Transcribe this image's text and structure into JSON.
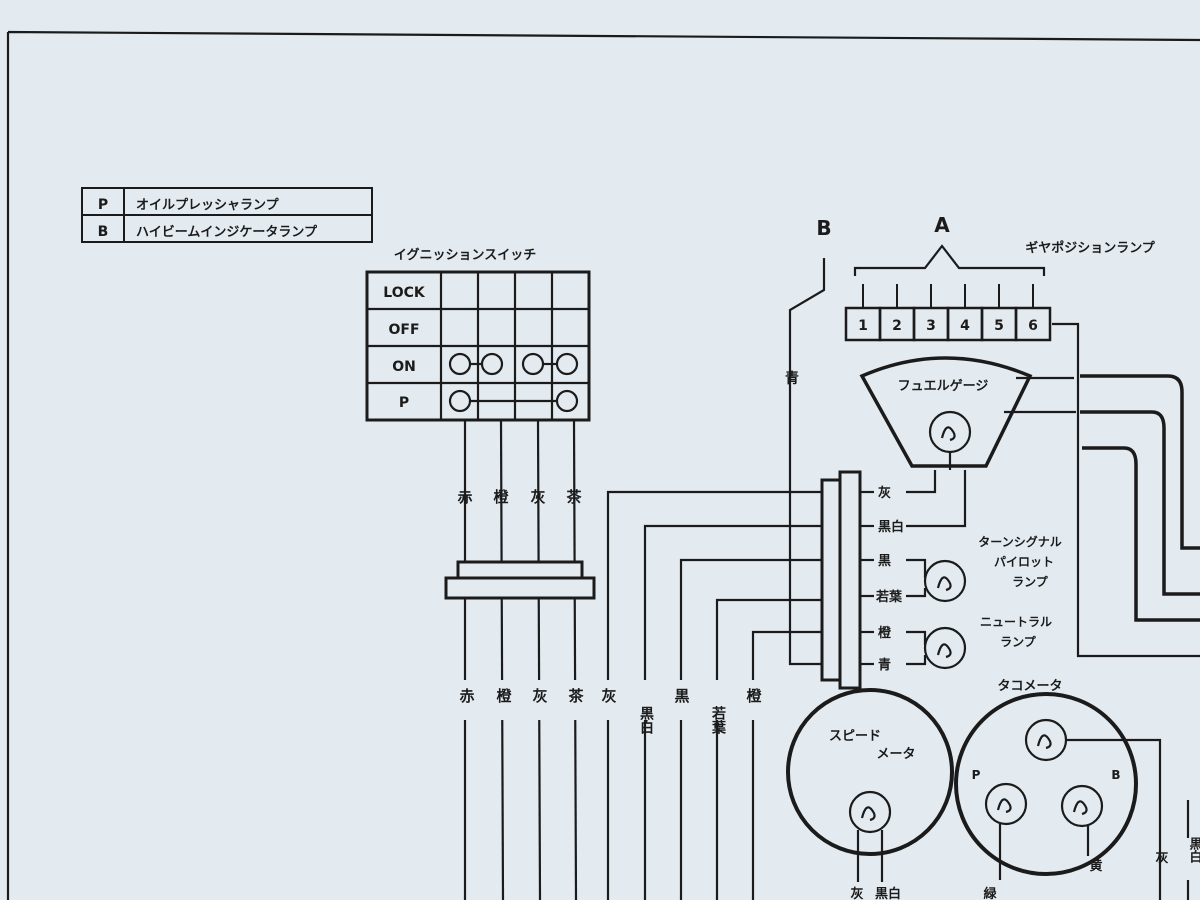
{
  "legend": [
    {
      "key": "P",
      "text": "オイルプレッシャランプ"
    },
    {
      "key": "B",
      "text": "ハイビームインジケータランプ"
    }
  ],
  "ignition": {
    "title": "イグニッションスイッチ",
    "rows": [
      "LOCK",
      "OFF",
      "ON",
      "P"
    ],
    "wires_top": [
      "赤",
      "橙",
      "灰",
      "茶"
    ]
  },
  "bottom_wires": [
    "赤",
    "橙",
    "灰",
    "茶",
    "灰",
    "黒白",
    "黒",
    "若葉",
    "橙"
  ],
  "connector_b": {
    "label": "B",
    "wire": "青"
  },
  "gear": {
    "label": "A",
    "title": "ギヤポジションランプ",
    "positions": [
      "1",
      "2",
      "3",
      "4",
      "5",
      "6"
    ]
  },
  "fuel": {
    "title": "フュエルゲージ"
  },
  "block_wires": [
    "灰",
    "黒白",
    "黒",
    "若葉",
    "橙",
    "青"
  ],
  "turn_lamp": {
    "title": [
      "ターンシグナル",
      "パイロット",
      "ランプ"
    ]
  },
  "neutral_lamp": {
    "title": [
      "ニュートラル",
      "ランプ"
    ]
  },
  "speedo": {
    "title": [
      "スピード",
      "メータ"
    ],
    "wires": [
      "灰",
      "黒白"
    ]
  },
  "tacho": {
    "title": "タコメータ",
    "p": "P",
    "b": "B",
    "wires": [
      "緑",
      "黄"
    ]
  },
  "right_wires": [
    "灰",
    "黒白"
  ],
  "colors": {
    "ink": "#1b1b1b",
    "paper": "#e4ebf0"
  }
}
